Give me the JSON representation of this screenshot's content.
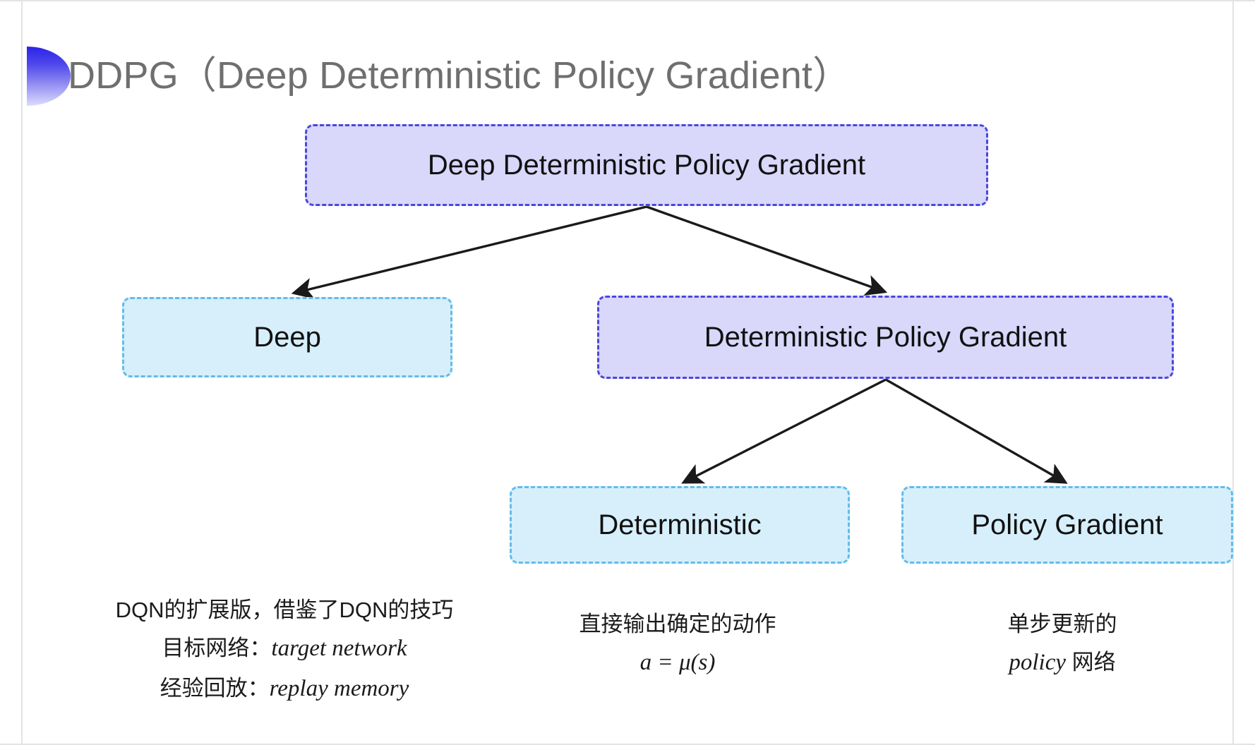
{
  "slide": {
    "title": "DDPG（Deep Deterministic Policy Gradient）",
    "bullet_icon": "gradient-half-circle-bullet",
    "background_color": "#ffffff",
    "title_color": "#6f6f6f"
  },
  "palette": {
    "purple_fill": "#d9d7fa",
    "purple_border": "#4b46dd",
    "blue_fill": "#d7effb",
    "blue_border": "#62bce9",
    "arrow_color": "#1a1a1a",
    "bullet_gradient_start": "#2a23e8",
    "bullet_gradient_end": "#dedcfb"
  },
  "diagram": {
    "type": "tree",
    "nodes": [
      {
        "id": "root",
        "label": "Deep Deterministic Policy Gradient",
        "style": "purple",
        "level": 0
      },
      {
        "id": "deep",
        "label": "Deep",
        "style": "blue",
        "level": 1
      },
      {
        "id": "dpg",
        "label": "Deterministic Policy Gradient",
        "style": "purple",
        "level": 1
      },
      {
        "id": "deterministic",
        "label": "Deterministic",
        "style": "blue",
        "level": 2
      },
      {
        "id": "policy_gradient",
        "label": "Policy Gradient",
        "style": "blue",
        "level": 2
      }
    ],
    "edges": [
      {
        "from": "root",
        "to": "deep",
        "arrow": true
      },
      {
        "from": "root",
        "to": "dpg",
        "arrow": true
      },
      {
        "from": "dpg",
        "to": "deterministic",
        "arrow": true
      },
      {
        "from": "dpg",
        "to": "policy_gradient",
        "arrow": true
      }
    ]
  },
  "annotations": {
    "left": {
      "for_node": "deep",
      "line1": "DQN的扩展版，借鉴了DQN的技巧",
      "line2_label": "目标网络：",
      "line2_term": "target network",
      "line3_label": "经验回放：",
      "line3_term": "replay memory"
    },
    "middle": {
      "for_node": "deterministic",
      "line1": "直接输出确定的动作",
      "formula": "a = μ(s)"
    },
    "right": {
      "for_node": "policy_gradient",
      "line1": "单步更新的",
      "line2_term": "policy",
      "line2_suffix": " 网络"
    }
  }
}
